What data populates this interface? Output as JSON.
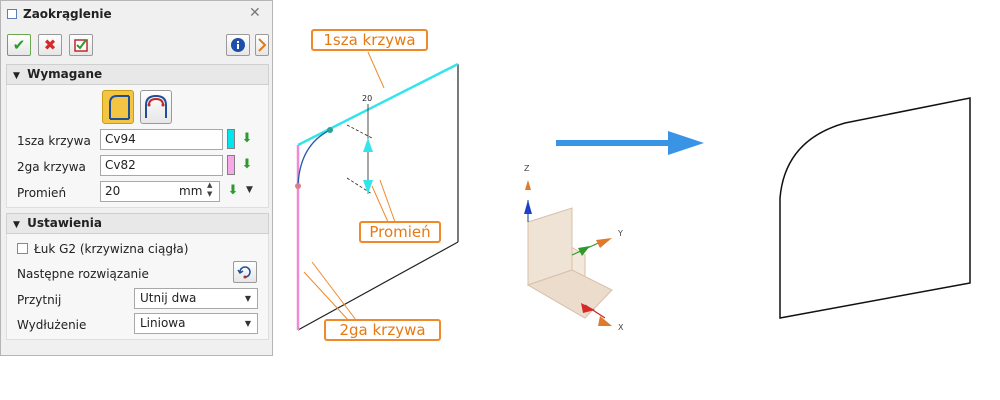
{
  "dialog": {
    "title": "Zaokrąglenie",
    "close_glyph": "✕"
  },
  "toolbar": {
    "ok_icon": "check-icon",
    "cancel_icon": "x-icon",
    "apply_icon": "apply-check-icon",
    "info_icon": "info-icon"
  },
  "required": {
    "header": "Wymagane",
    "first_curve_label": "1sza krzywa",
    "first_curve_value": "Cv94",
    "first_curve_color": "#00e5ee",
    "second_curve_label": "2ga krzywa",
    "second_curve_value": "Cv82",
    "second_curve_color": "#f7a8e8",
    "radius_label": "Promień",
    "radius_value": "20",
    "radius_unit": "mm"
  },
  "settings": {
    "header": "Ustawienia",
    "g2_label": "Łuk G2 (krzywizna ciągła)",
    "g2_checked": false,
    "next_solution_label": "Następne rozwiązanie",
    "trim_label": "Przytnij",
    "trim_value": "Utnij dwa",
    "extend_label": "Wydłużenie",
    "extend_value": "Liniowa"
  },
  "canvas": {
    "callout_first": "1sza krzywa",
    "callout_second": "2ga krzywa",
    "callout_radius": "Promień",
    "dimension_text": "20",
    "axis_z": "Z",
    "axis_y": "Y",
    "axis_x": "X",
    "first_curve_color": "#33e5ea",
    "second_curve_color": "#f08ad8",
    "arrow_color": "#3a94e6",
    "callout_color": "#f0892a"
  }
}
